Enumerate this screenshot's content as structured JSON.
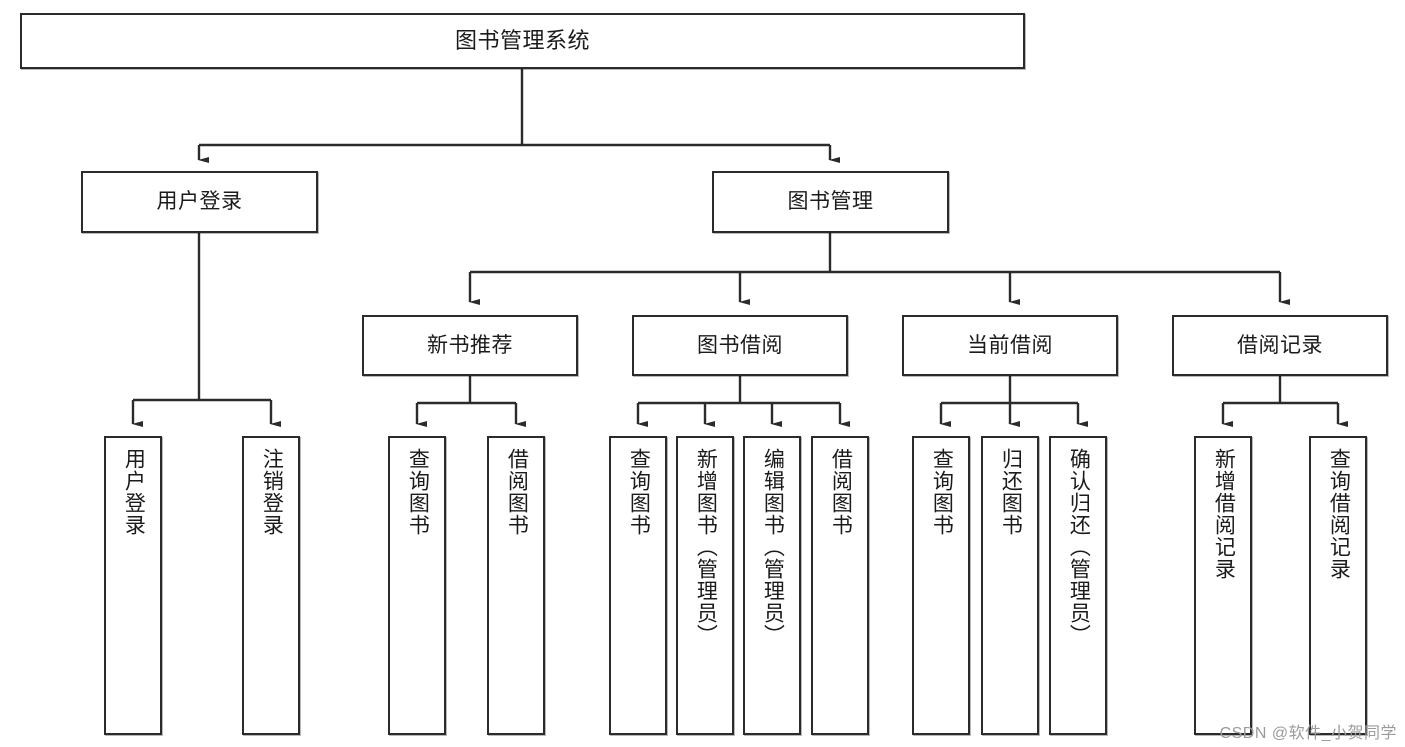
{
  "diagram": {
    "title": "图书管理系统",
    "type": "tree-hierarchy",
    "watermark": "CSDN @软件_小贺同学",
    "colors": {
      "box_border": "#2b2b2b",
      "box_fill": "#ffffff",
      "line": "#2b2b2b",
      "text": "#1b1b1b",
      "watermark": "#9b9b9b"
    },
    "root": {
      "label": "图书管理系统"
    },
    "level2": [
      {
        "id": "user-login",
        "label": "用户登录"
      },
      {
        "id": "book-manage",
        "label": "图书管理"
      }
    ],
    "level3": [
      {
        "id": "new-book-rec",
        "label": "新书推荐"
      },
      {
        "id": "book-borrow",
        "label": "图书借阅"
      },
      {
        "id": "current-borrow",
        "label": "当前借阅"
      },
      {
        "id": "borrow-record",
        "label": "借阅记录"
      }
    ],
    "leaves": {
      "user_login": [
        {
          "id": "leaf-user-login",
          "label": "用户登录"
        },
        {
          "id": "leaf-logout-login",
          "label": "注销登录"
        }
      ],
      "new_book_rec": [
        {
          "id": "leaf-query-book-1",
          "label": "查询图书"
        },
        {
          "id": "leaf-borrow-book-1",
          "label": "借阅图书"
        }
      ],
      "book_borrow": [
        {
          "id": "leaf-query-book-2",
          "label": "查询图书"
        },
        {
          "id": "leaf-add-book",
          "label": "新增图书（管理员）"
        },
        {
          "id": "leaf-edit-book",
          "label": "编辑图书（管理员）"
        },
        {
          "id": "leaf-borrow-book-2",
          "label": "借阅图书"
        }
      ],
      "current_borrow": [
        {
          "id": "leaf-query-book-3",
          "label": "查询图书"
        },
        {
          "id": "leaf-return-book",
          "label": "归还图书"
        },
        {
          "id": "leaf-confirm-return",
          "label": "确认归还（管理员）"
        }
      ],
      "borrow_record": [
        {
          "id": "leaf-add-record",
          "label": "新增借阅记录"
        },
        {
          "id": "leaf-query-record",
          "label": "查询借阅记录"
        }
      ]
    }
  }
}
